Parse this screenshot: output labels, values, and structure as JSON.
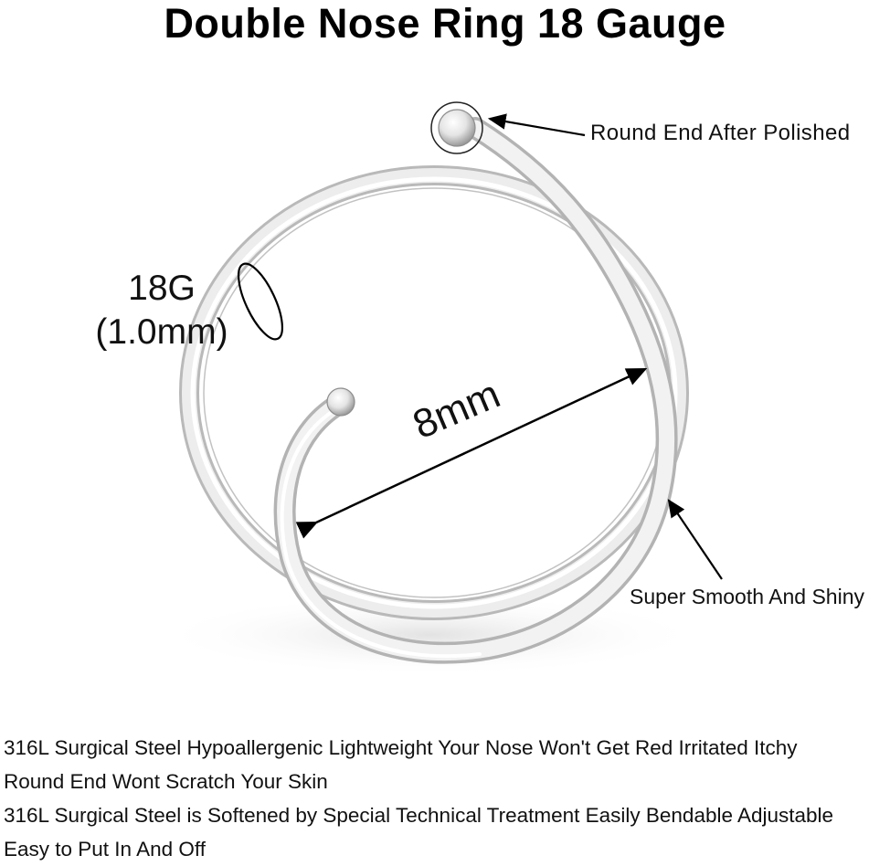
{
  "title": "Double Nose Ring 18 Gauge",
  "callouts": {
    "polished": "Round End After Polished",
    "smooth": "Super Smooth And Shiny",
    "gauge_line1": "18G",
    "gauge_line2": "(1.0mm)",
    "diameter": "8mm"
  },
  "features": [
    "316L Surgical Steel Hypoallergenic Lightweight Your Nose Won't Get Red Irritated Itchy",
    "Round End Wont Scratch Your Skin",
    "316L Surgical Steel is Softened by Special Technical Treatment Easily Bendable Adjustable",
    "Easy to Put In And Off"
  ],
  "colors": {
    "background": "#ffffff",
    "text": "#000000",
    "metal_light": "#f7f7f7",
    "metal_shadow": "#b9b9b9"
  }
}
